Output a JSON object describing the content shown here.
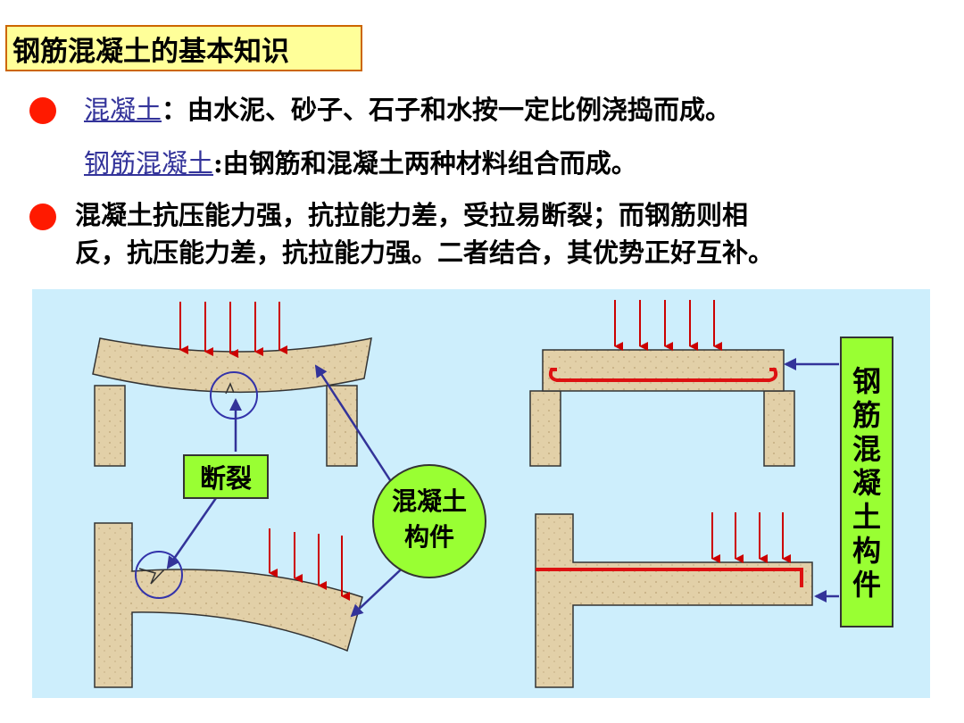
{
  "title": "钢筋混凝土的基本知识",
  "definitions": {
    "concrete_term": "混凝土",
    "concrete_def": "：由水泥、砂子、石子和水按一定比例浇捣而成。",
    "rc_term": "钢筋混凝土",
    "rc_def": ":由钢筋和混凝土两种材料组合而成。"
  },
  "property": {
    "line1": "混凝土抗压能力强，抗拉能力差，受拉易断裂；而钢筋则相",
    "line2": "反，抗压能力差，抗拉能力强。二者结合，其优势正好互补。"
  },
  "diagram": {
    "fracture_label": "断裂",
    "concrete_member_line1": "混凝土",
    "concrete_member_line2": "构件",
    "rc_member_label": [
      "钢",
      "筋",
      "混",
      "凝",
      "土",
      "构",
      "件"
    ],
    "colors": {
      "panel_bg": "#cdeefc",
      "concrete": "#e2d0a8",
      "rebar": "#dd1111",
      "arrow": "#333399",
      "load_arrow": "#cc0000",
      "label_green": "#99ff33"
    }
  }
}
